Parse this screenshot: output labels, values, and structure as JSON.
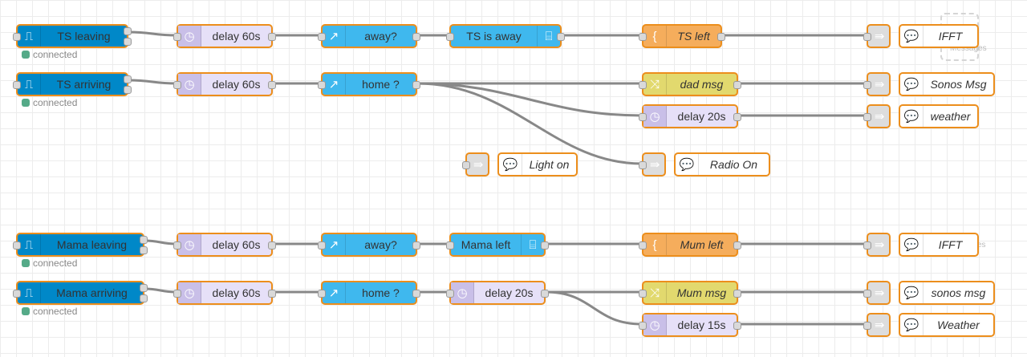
{
  "flows": {
    "row1": {
      "trigger": "TS leaving",
      "status": "connected",
      "delay": "delay 60s",
      "switch": "away?",
      "ip": "TS is away",
      "template": "TS left",
      "debug": "IFFT"
    },
    "row2": {
      "trigger": "TS arriving",
      "status": "connected",
      "delay": "delay 60s",
      "switch": "home ?",
      "change": "dad msg",
      "debug": "Sonos Msg",
      "delay2": "delay 20s",
      "debug2": "weather"
    },
    "row3": {
      "light": "Light on",
      "radio": "Radio On"
    },
    "row4": {
      "trigger": "Mama leaving",
      "status": "connected",
      "delay": "delay 60s",
      "switch": "away?",
      "ip": "Mama left",
      "template": "Mum left",
      "debug": "IFFT"
    },
    "row5": {
      "trigger": "Mama arriving",
      "status": "connected",
      "delay": "delay 60s",
      "switch": "home ?",
      "delay_mid": "delay 20s",
      "change": "Mum msg",
      "debug": "sonos msg",
      "delay2": "delay 15s",
      "debug2": "Weather"
    },
    "ghost_label": "Messages",
    "ghost_label_partial": "es"
  },
  "colors": {
    "trigger": "#0088c8",
    "delay": "#e6e0f8",
    "switch": "#3fb8ee",
    "template": "#f5ad5c",
    "change": "#e2d96e",
    "link": "#dddddd",
    "accent": "#ec8e1c"
  },
  "icons": {
    "trigger": "sensor-icon",
    "delay": "timer-icon",
    "switch": "arrow-up-right-icon",
    "ip": "router-icon",
    "template": "brace-icon",
    "change": "shuffle-icon",
    "link": "link-icon",
    "comment": "speech-bubble-icon"
  }
}
